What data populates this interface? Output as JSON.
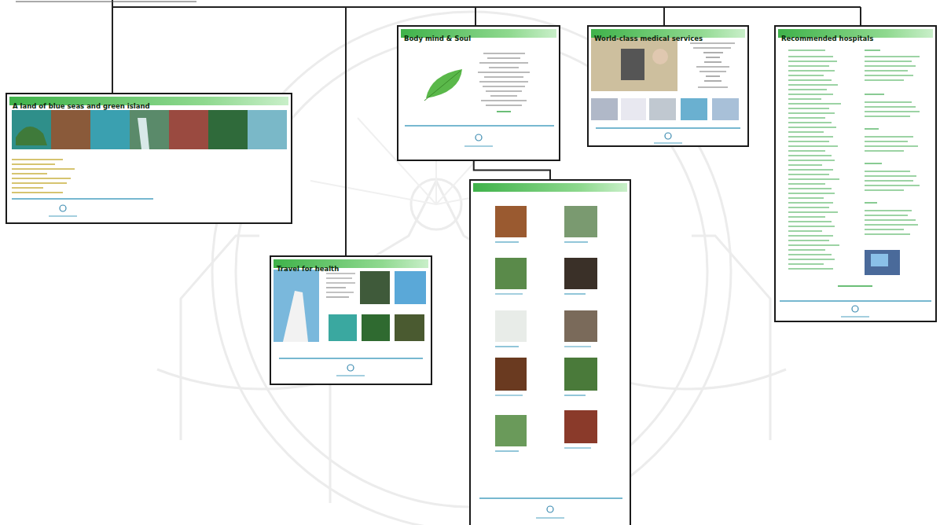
{
  "diagram": {
    "nodes": [
      {
        "text": [
          "A land of blue seas and green island"
        ]
      },
      {
        "text": [
          "Travel for health"
        ]
      },
      {
        "text": [
          "Body mind & Soul"
        ]
      },
      {
        "text": []
      },
      {
        "text": [
          "World-class medical services"
        ]
      },
      {
        "text": [
          "Recommended hospitals"
        ]
      }
    ],
    "edges": [
      {
        "from": 2,
        "to": 3,
        "arrow": "none"
      }
    ]
  }
}
